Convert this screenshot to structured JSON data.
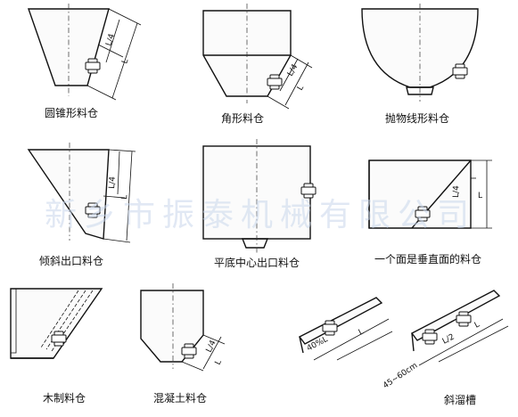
{
  "watermark": "新乡市振泰机械有限公司",
  "captions": {
    "conical": "圆锥形料仓",
    "angular": "角形料仓",
    "parabolic": "抛物线形料仓",
    "inclined_outlet": "倾斜出口料仓",
    "flat_center": "平底中心出口料仓",
    "one_vertical": "一个面是垂直面的料仓",
    "wooden": "木制料仓",
    "concrete": "混凝土料仓",
    "chute": "斜溜槽"
  },
  "dimensions": {
    "quarter": "L/4",
    "length": "L",
    "half": "L/2",
    "percent": "40%L",
    "range": "45~60cm"
  }
}
